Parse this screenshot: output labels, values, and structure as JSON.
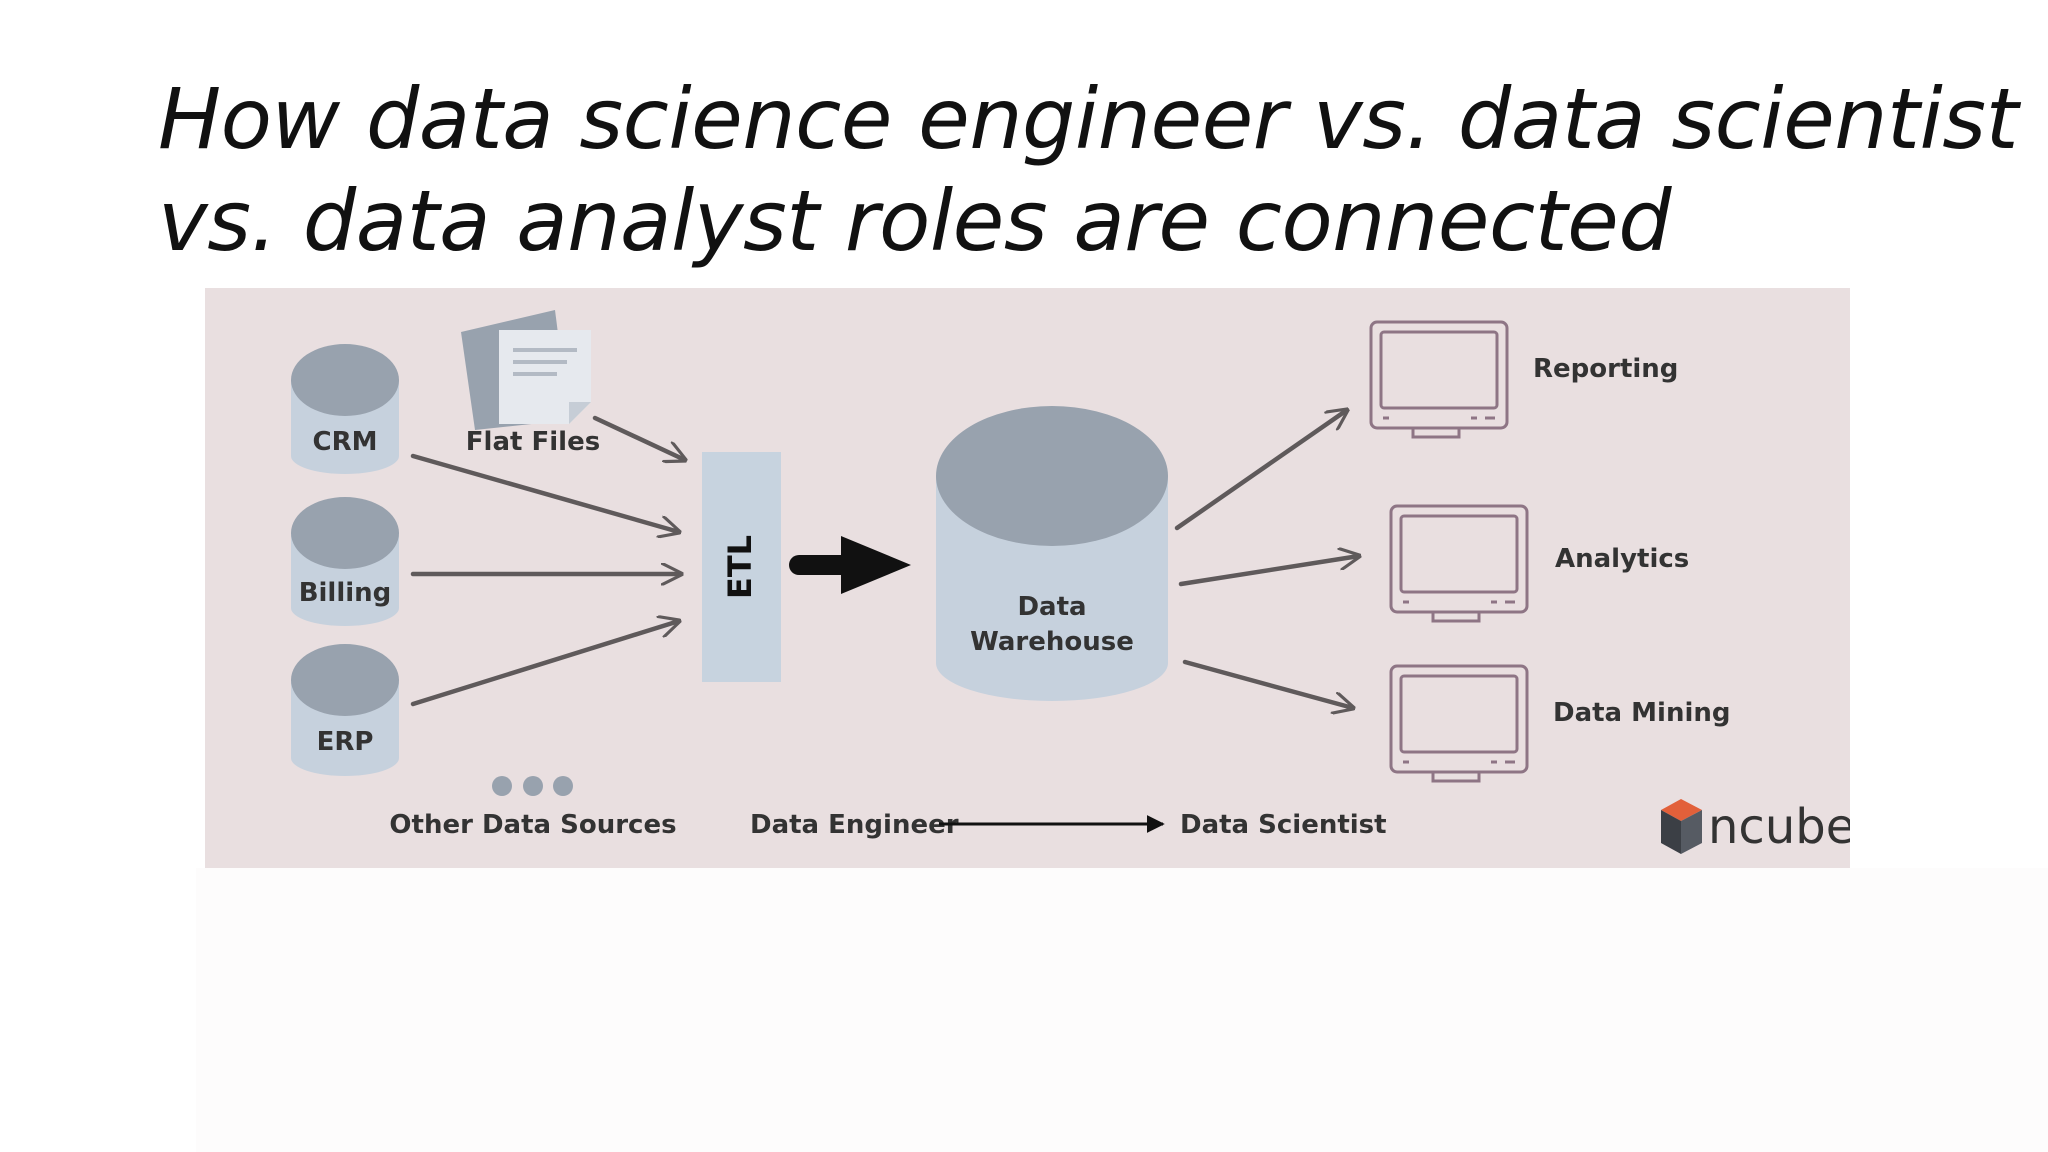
{
  "slide": {
    "title_line_1": "How data science engineer vs. data scientist",
    "title_line_2": "vs. data analyst roles are connected"
  },
  "diagram": {
    "sources": [
      {
        "label": "CRM",
        "shape": "database-cylinder"
      },
      {
        "label": "Billing",
        "shape": "database-cylinder"
      },
      {
        "label": "ERP",
        "shape": "database-cylinder"
      }
    ],
    "flat_files": {
      "label": "Flat Files",
      "icon": "document-icon"
    },
    "other_sources": {
      "label": "Other Data Sources",
      "icon": "ellipsis-dots-icon"
    },
    "etl": {
      "label": "ETL"
    },
    "warehouse": {
      "line_1": "Data",
      "line_2": "Warehouse"
    },
    "outputs": [
      {
        "label": "Reporting",
        "icon": "monitor-icon"
      },
      {
        "label": "Analytics",
        "icon": "monitor-icon"
      },
      {
        "label": "Data Mining",
        "icon": "monitor-icon"
      }
    ],
    "roles": {
      "from": "Data Engineer",
      "to": "Data Scientist"
    },
    "brand": {
      "name": "ncube",
      "icon": "cube-icon"
    },
    "colors": {
      "background": "#e9dfe0",
      "cylinder_body": "#c6d1dd",
      "cylinder_top": "#98a2ae",
      "arrow": "#5f5a5b",
      "monitor": "#8e7585",
      "etl_bar": "#c7d3df",
      "logo_orange": "#e2603a",
      "logo_dark": "#3b3f45"
    }
  }
}
